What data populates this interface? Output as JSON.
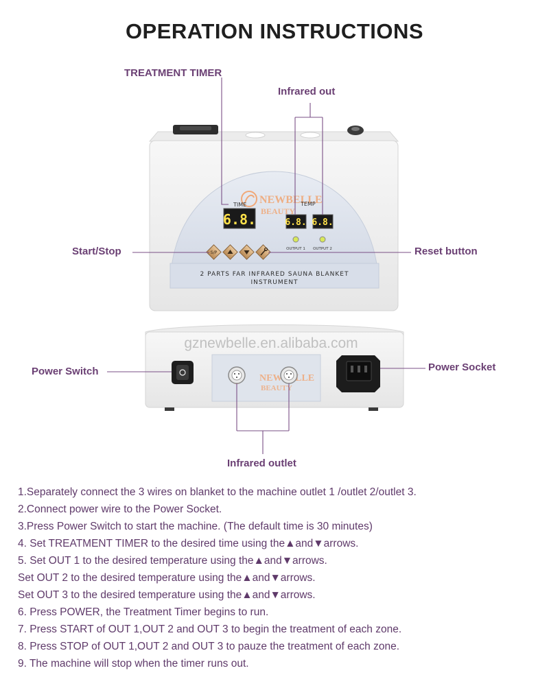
{
  "title": "OPERATION INSTRUCTIONS",
  "callouts": {
    "treatment_timer": "TREATMENT TIMER",
    "infrared_out": "Infrared out",
    "start_stop": "Start/Stop",
    "reset_button": "Reset button",
    "power_switch": "Power Switch",
    "power_socket": "Power Socket",
    "infrared_outlet": "Infrared outlet"
  },
  "device_front": {
    "brand_line1": "NEWBELLE",
    "brand_line2": "BEAUTY",
    "time_label": "TIME",
    "temp_label": "TEMP",
    "timer_display": "6.8.",
    "out1_display": "6.8.",
    "out2_display": "6.8.",
    "output1_label": "OUTPUT 1",
    "output2_label": "OUTPUT 2",
    "button_sp": "S/P",
    "panel_text_line1": "2 PARTS FAR INFRARED SAUNA BLANKET",
    "panel_text_line2": "INSTRUMENT"
  },
  "device_back": {
    "watermark": "gznewbelle.en.alibaba.com",
    "brand_line1": "NEWBELLE",
    "brand_line2": "BEAUTY"
  },
  "steps": [
    "1.Separately connect the 3 wires on blanket to the machine outlet 1 /outlet 2/outlet 3.",
    "2.Connect power wire to the Power Socket.",
    "3.Press Power Switch to start the machine. (The default time is 30 minutes)",
    "4. Set TREATMENT TIMER to the desired time using the▲and▼arrows.",
    "5. Set OUT 1 to the desired temperature using the▲and▼arrows.",
    "Set OUT 2 to the desired temperature using the▲and▼arrows.",
    "Set OUT 3 to the desired temperature using the▲and▼arrows.",
    "6. Press POWER, the Treatment Timer begins to run.",
    "7. Press START of OUT 1,OUT 2 and OUT 3 to begin the treatment of each zone.",
    "8. Press STOP of OUT 1,OUT 2 and OUT 3 to pauze the treatment of each zone.",
    "9. The machine will stop when the timer runs out."
  ],
  "colors": {
    "accent_purple": "#6a3f73",
    "device_body": "#f3f3f3",
    "panel_blue": "#dde3ee",
    "lcd_yellow": "#ffe14a"
  }
}
